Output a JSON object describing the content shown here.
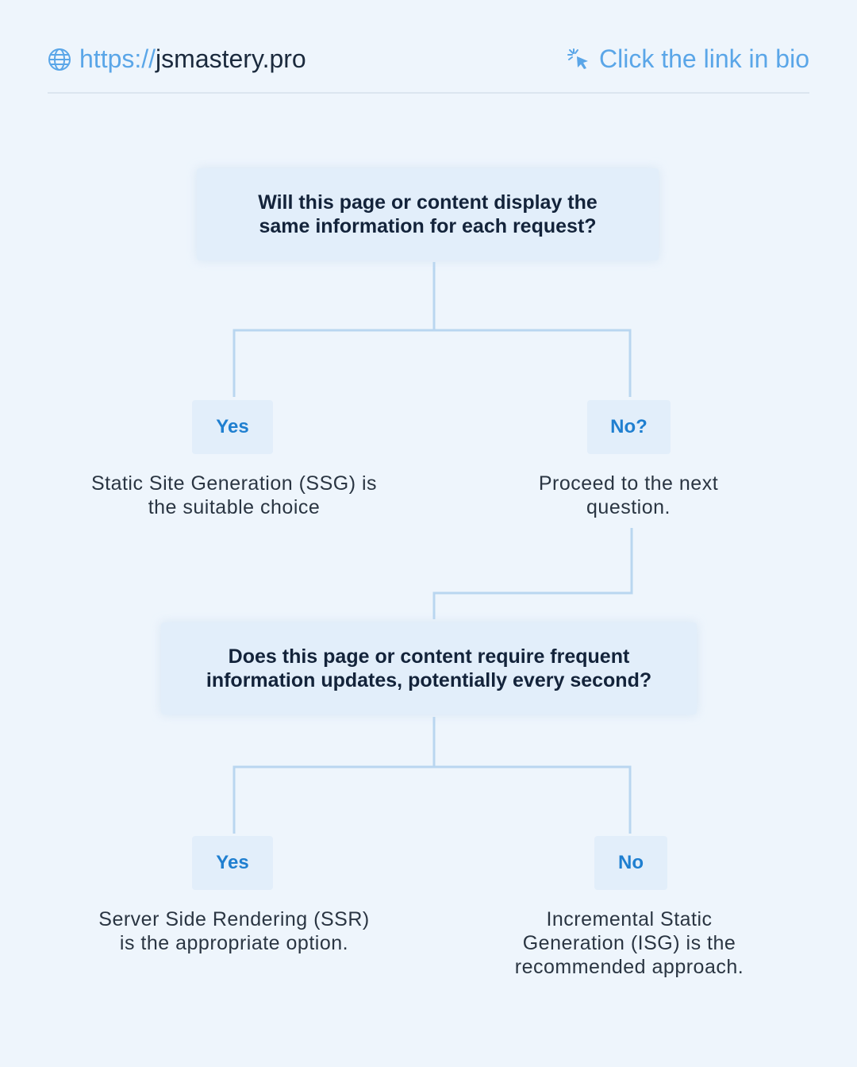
{
  "header": {
    "url_protocol": "https://",
    "url_domain": "jsmastery.pro",
    "cta_label": "Click the link in bio"
  },
  "icons": {
    "url": "globe-icon",
    "cta": "cursor-click-icon"
  },
  "colors": {
    "background": "#eef5fc",
    "accent": "#5aa6e8",
    "answer": "#1f7fd0",
    "connector": "#b9d6f0",
    "box": "#e2eefa"
  },
  "flow": {
    "q1": {
      "text": "Will this page or content display the same information for each request?"
    },
    "q1_yes": {
      "label": "Yes",
      "result": "Static Site Generation (SSG) is the suitable choice"
    },
    "q1_no": {
      "label": "No?",
      "result": "Proceed to the next question."
    },
    "q2": {
      "text": "Does this page or content require frequent information updates, potentially every second?"
    },
    "q2_yes": {
      "label": "Yes",
      "result": "Server Side Rendering (SSR) is the appropriate option."
    },
    "q2_no": {
      "label": "No",
      "result": "Incremental Static Generation (ISG) is the recommended approach."
    }
  }
}
